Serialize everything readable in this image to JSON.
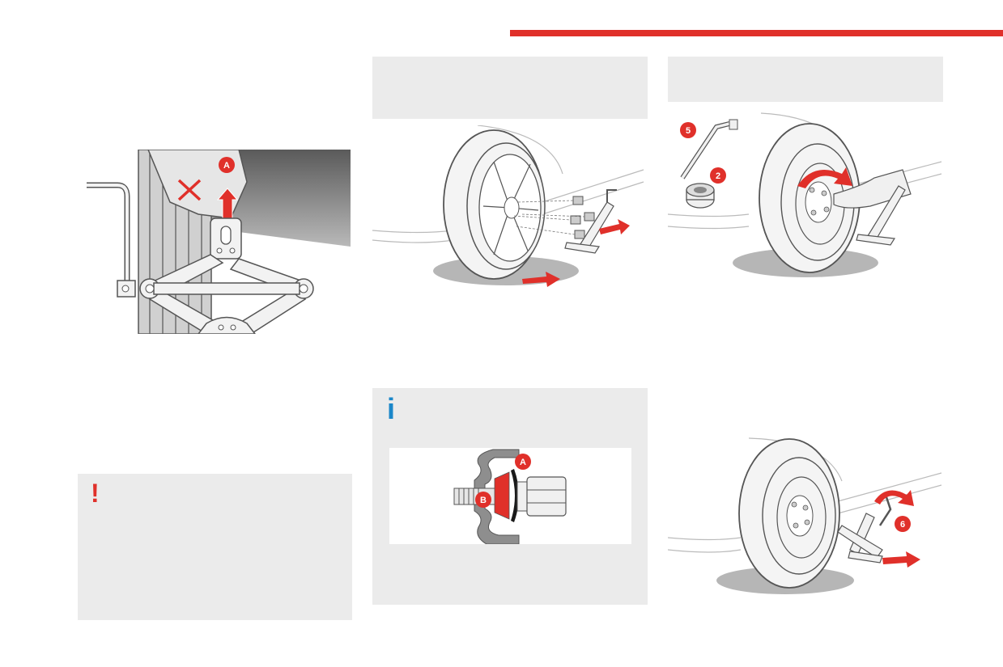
{
  "colors": {
    "accent_red": "#e0302a",
    "info_blue": "#1b87c9",
    "panel_gray": "#ebebeb",
    "line_gray": "#555555"
  },
  "icons": {
    "warning": "exclamation-icon",
    "info": "info-icon"
  },
  "warning_panel": {
    "symbol": "!"
  },
  "info_panel": {
    "symbol": "i"
  },
  "illustrations": {
    "jack_detail": {
      "badge_a": "A"
    },
    "tools": {
      "badge_5": "5",
      "badge_2": "2"
    },
    "bolt_detail": {
      "badge_a": "A",
      "badge_b": "B"
    },
    "lower_jack": {
      "badge_6": "6"
    }
  }
}
